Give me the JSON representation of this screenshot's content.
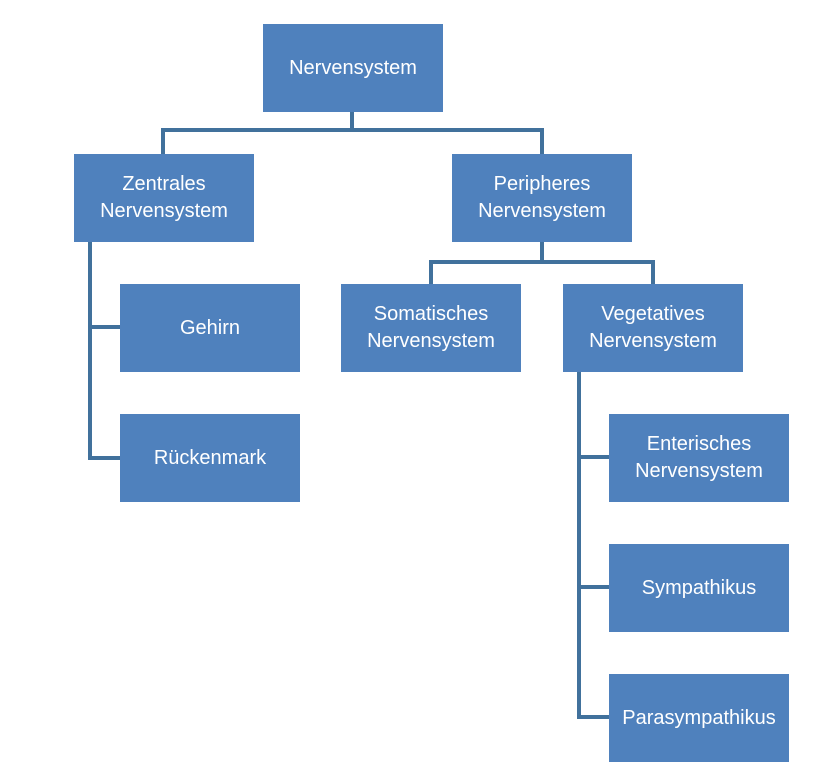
{
  "colors": {
    "box_fill": "#4f81bd",
    "box_text": "#ffffff",
    "connector": "#41719c",
    "background": "#ffffff"
  },
  "nodes": {
    "root": "Nervensystem",
    "cns": "Zentrales\nNervensystem",
    "pns": "Peripheres\nNervensystem",
    "brain": "Gehirn",
    "spinal_cord": "Rückenmark",
    "somatic": "Somatisches\nNervensystem",
    "vegetative": "Vegetatives\nNervensystem",
    "enteric": "Enterisches\nNervensystem",
    "sympathetic": "Sympathikus",
    "parasympathetic": "Parasympathikus"
  }
}
